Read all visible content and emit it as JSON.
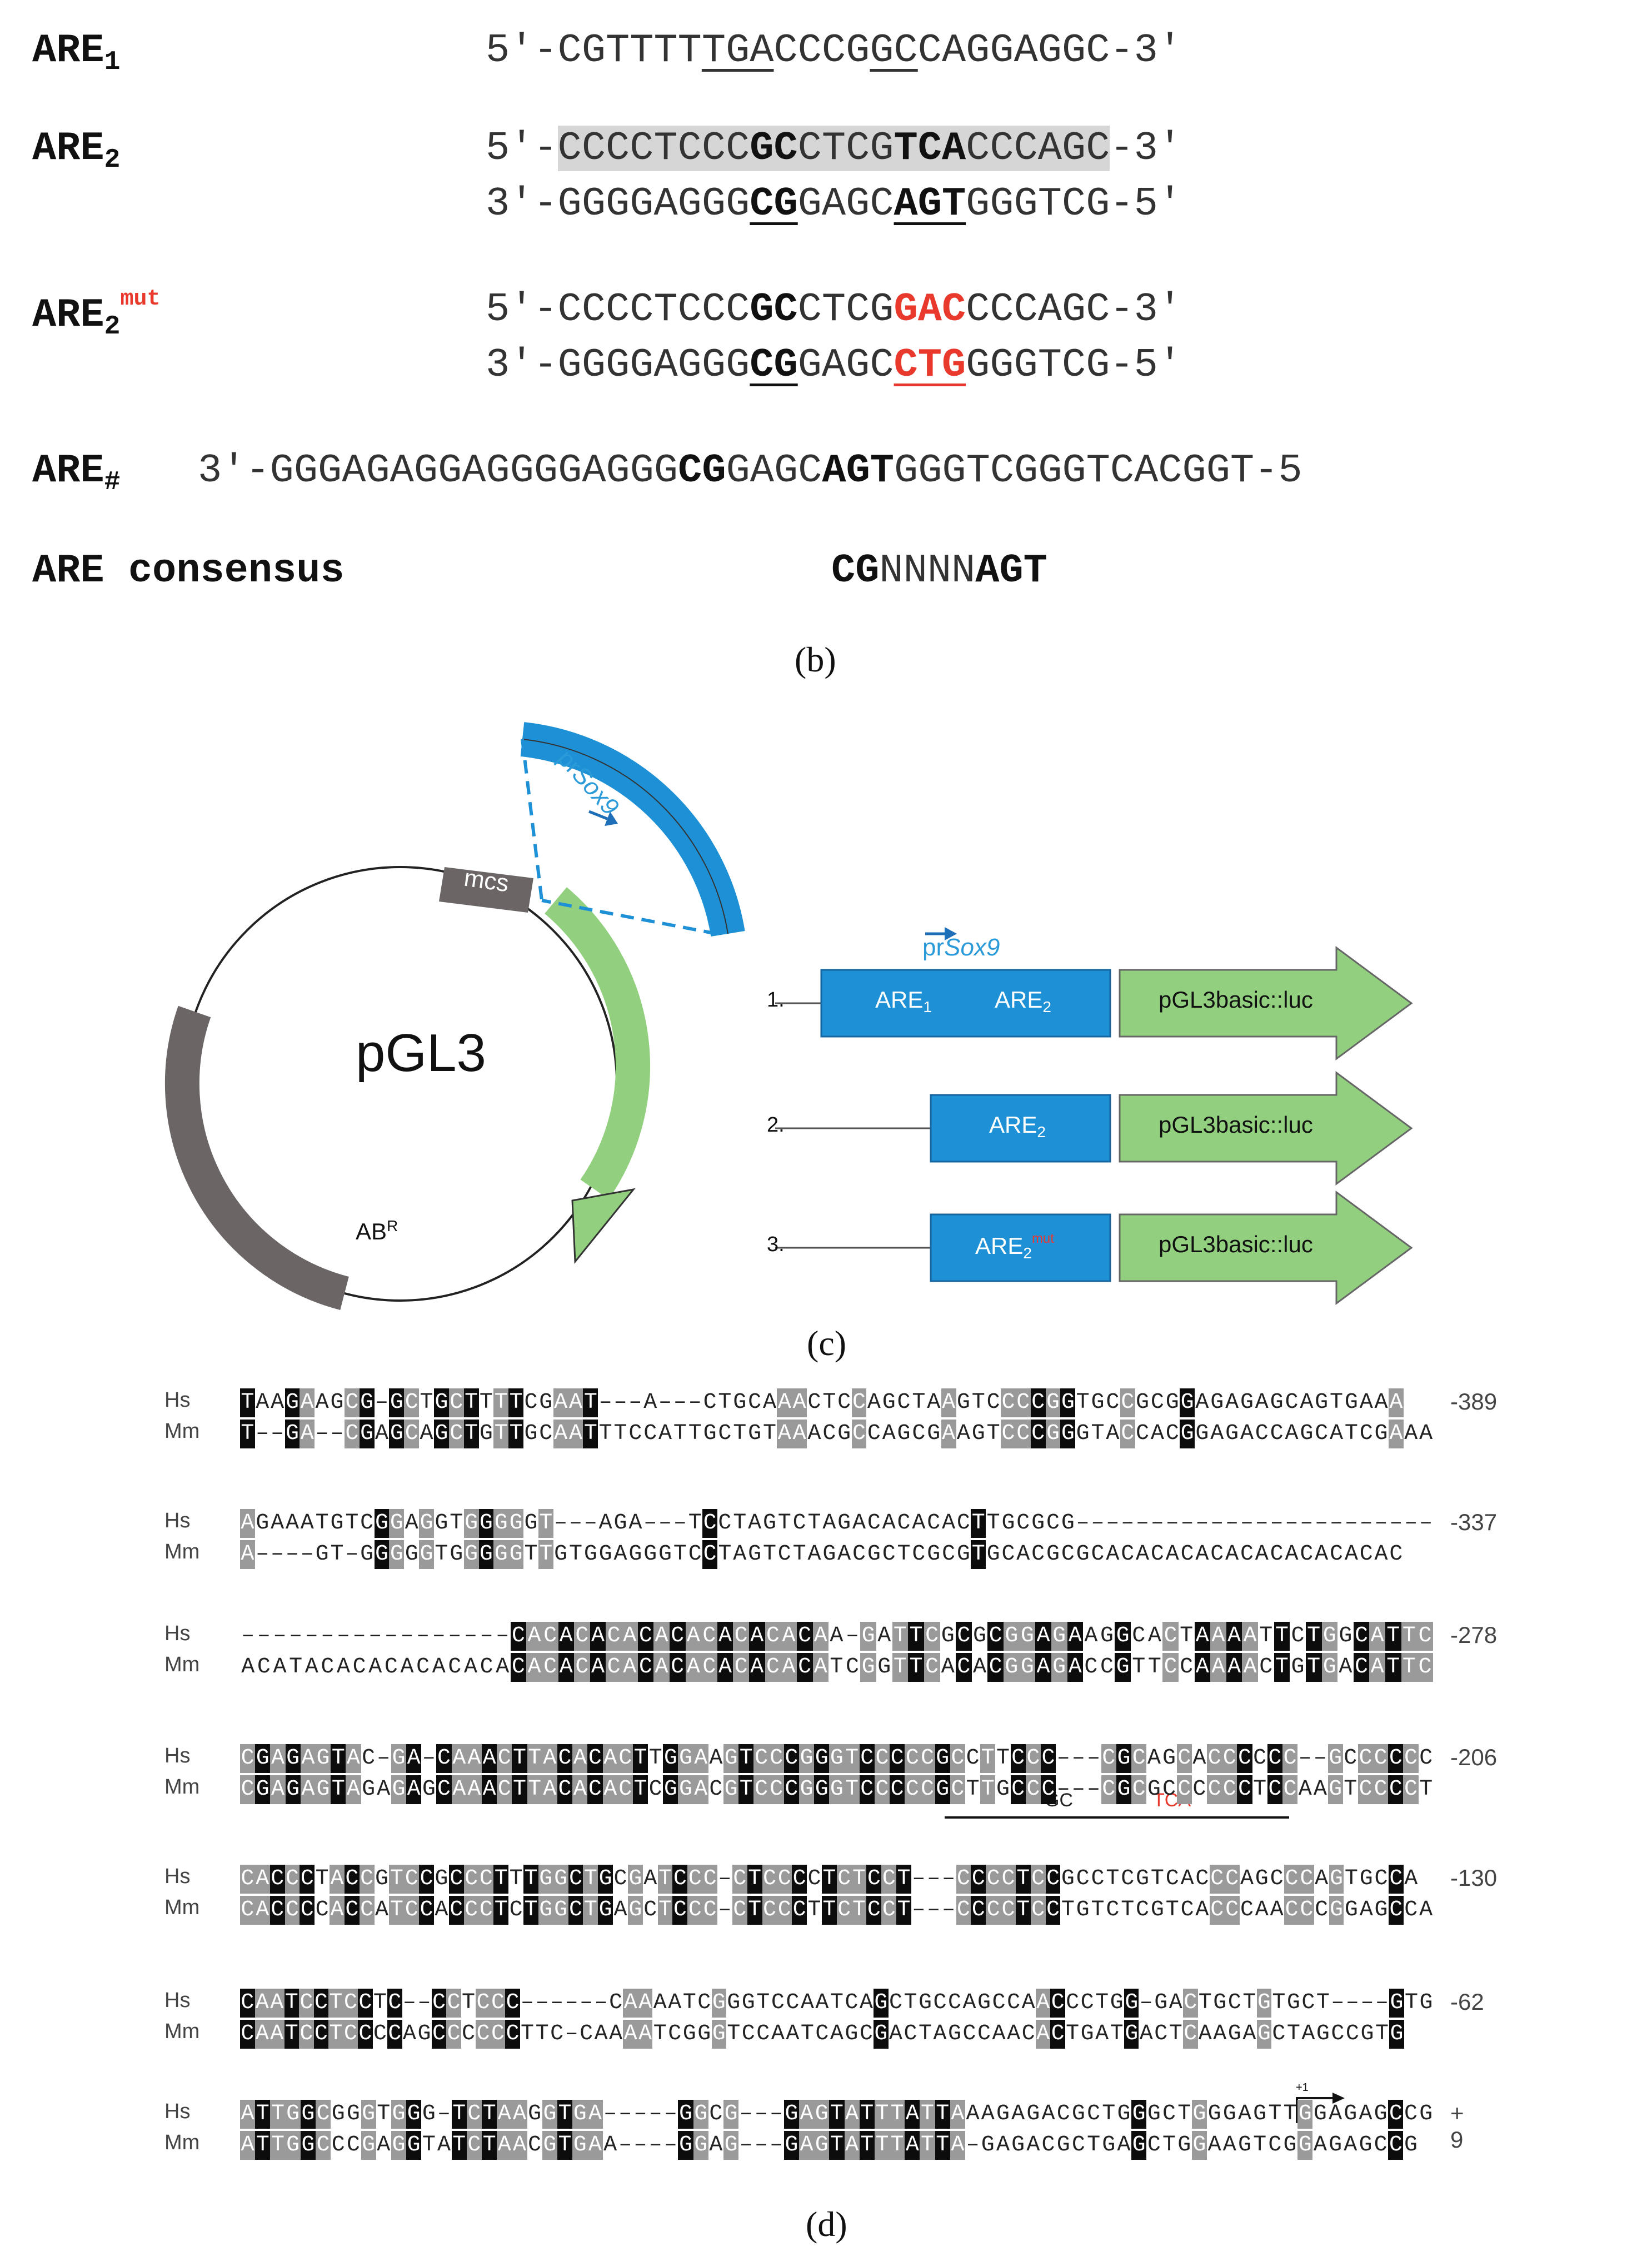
{
  "panel_b": {
    "are1_label": "ARE",
    "are1_sub": "1",
    "are1_seq_start": "5′-CGTTTT",
    "are1_u1": "TGA",
    "are1_mid": "CCCG",
    "are1_u2": "GC",
    "are1_end": "CAGGAGGC-3′",
    "are2_label": "ARE",
    "are2_sub": "2",
    "are2_top_a": "5′-",
    "are2_top_b": "CCCCTCCC",
    "are2_top_gc": "GC",
    "are2_top_c": "CTCG",
    "are2_top_tca": "TCA",
    "are2_top_d": "CCCAGC",
    "are2_top_e": "-3′",
    "are2_bot_a": "3′-GGGGAGGG",
    "are2_bot_cg": "CG",
    "are2_bot_b": "GAGC",
    "are2_bot_agt": "AGT",
    "are2_bot_c": "GGGTCG-5′",
    "are2mut_label": "ARE",
    "are2mut_sub": "2",
    "are2mut_sup": "mut",
    "are2mut_top_a": "5′-CCCCTCCC",
    "are2mut_top_gc": "GC",
    "are2mut_top_b": "CTCG",
    "are2mut_top_gac": "GAC",
    "are2mut_top_c": "CCCAGC-3′",
    "are2mut_bot_a": "3′-GGGGAGGG",
    "are2mut_bot_cg": "CG",
    "are2mut_bot_b": "GAGC",
    "are2mut_bot_ctg": "CTG",
    "are2mut_bot_c": "GGGTCG-5′",
    "areh_label": "ARE",
    "areh_sub": "#",
    "areh_a": "3′-GGGAGAGGAGGGGAGGG",
    "areh_cg": "CG",
    "areh_b": "GAGC",
    "areh_agt": "AGT",
    "areh_c": "GGGTCGGGTCACGGT-5",
    "consensus_label": "ARE consensus",
    "consensus_cg": "CG",
    "consensus_n": "NNNN",
    "consensus_agt": "AGT",
    "caption": "(b)"
  },
  "panel_c": {
    "plasmid_name": "pGL3",
    "mcs_label": "mcs",
    "ab_label": "AB",
    "ab_sup": "R",
    "insert_label": "prSox9",
    "insert_prefix": "pr",
    "insert_italic": "Sox9",
    "constructs": [
      {
        "num": "1.",
        "box": "ARE1 ARE2",
        "luc": "pGL3basic::luc"
      },
      {
        "num": "2.",
        "box": "ARE2",
        "luc": "pGL3basic::luc"
      },
      {
        "num": "3.",
        "box": "ARE2mut",
        "luc": "pGL3basic::luc"
      }
    ],
    "are1_text": "ARE",
    "are1_sub": "1",
    "are2_text": "ARE",
    "are2_sub": "2",
    "mut_sup": "mut",
    "caption": "(c)",
    "colors": {
      "blue": "#1e90d6",
      "green": "#92d07f",
      "gray": "#6b6566"
    }
  },
  "panel_d": {
    "caption": "(d)",
    "species": [
      "Hs",
      "Mm"
    ],
    "gc_label": "GC",
    "tca_label": "TCA",
    "tss_label": "+1",
    "blocks": [
      {
        "pos": "-389",
        "hs": "TAAGAAGCG-GCTGCTTTTCGAAT---A---CTGCAAACTCCAGCTAAGTCCCCGGTGCCGCGGAGAGAGCAGTGAAA",
        "mm": "T--GA--CGAGCAGCTGTTGCAATTTCCATTGCTGTAAACGCCAGCGAAGTCCCGGGTACCACGGAGACCAGCATCGAAA"
      },
      {
        "pos": "-337",
        "hs": "AGAAATGTCGGAGGTGGGGGT---AGA---TCCTAGTCTAGACACACACTTGCGCG------------------------",
        "mm": "A----GT-GGGGGTGGGGGTTGTGGAGGGTCCTAGTCTAGACGCTCGCGTGCACGCGCACACACACACACACACACAC"
      },
      {
        "pos": "-278",
        "hs": "-----------------CACACACACACACACACACAA-GATTCGCGCGGAGAAGGCACTAAAATTCTGGCATTC",
        "mm": "ACATACACACACACACACACACACACACACACACACATCGGTTCACACGGAGACCGTTCCAAAACTGTGACATTC"
      },
      {
        "pos": "-206",
        "hs": "CGAGAGTAC-GA-CAAACTTACACACTTGGAAGTCCCGGGTCCCCCGCCTTCCC---CGCAGCACCCCCC--GCCCCCC",
        "mm": "CGAGAGTAGAGAGCAAACTTACACACTCGGACGTCCCGGGTCCCCCGCTTGCCC---CGCGCCCCCCTCCAAGTCCCCT"
      },
      {
        "pos": "-130",
        "hs": "CACCCTACCGTCCGCCCTTTGGCTGCGATCCC-CTCCCCTCTCCT---CCCCTCCGCCTCGTCACCCAGCCCAGTGCCA",
        "mm": "CACCCCACCATCCACCCTCTGGCTGAGCTCCC-CTCCCTTCTCCT---CCCCTCCTGTCTCGTCACCCAACCCGGAGCCA"
      },
      {
        "pos": "-62",
        "hs": "CAATCCTCCTC--CCTCCC------CAAAATCGGGTCCAATCAGCTGCCAGCCAACCCTGG-GACTGCTGTGCT----GTG",
        "mm": "CAATCCTCCCCAGCCCCCCTTC-CAAAATCGGGTCCAATCAGCGACTAGCCAACACTGATGACTCAAGAGCTAGCCGTG"
      },
      {
        "pos": "+ 9",
        "hs": "ATTGGCGGGTGGG-TCTAAGGTGA-----GGCG---GAGTATTTATTAAAGAGACGCTGGGCTGGGAGTTGGAGAGCCG",
        "mm": "ATTGGCCCGAGGTATCTAACGTGAA----GGAG---GAGTATTTATTA-GAGACGCTGAGCTGGAAGTCGGAGAGCCG"
      }
    ]
  }
}
